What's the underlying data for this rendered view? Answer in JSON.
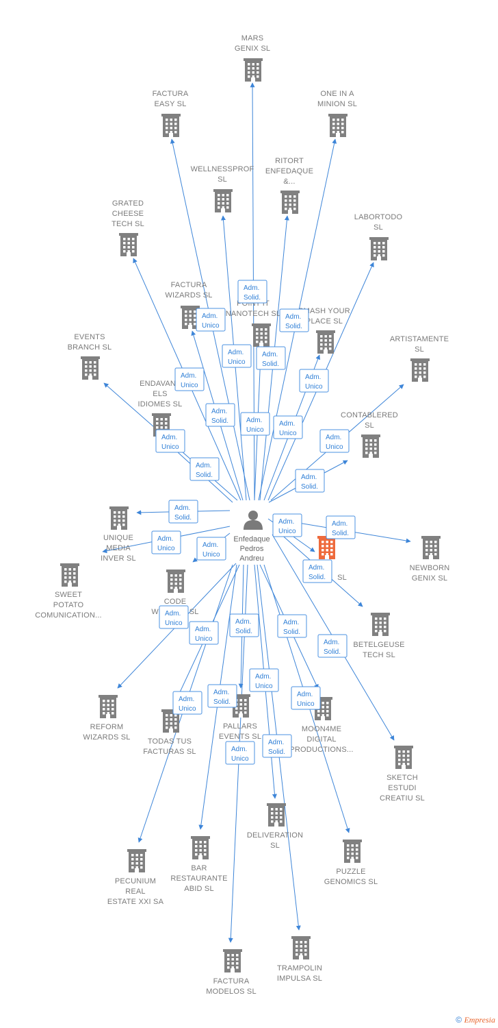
{
  "center": {
    "label_lines": [
      "Enfedaque",
      "Pedros",
      "Andreu"
    ]
  },
  "colors": {
    "edge": "#3d85d8",
    "node": "#808080",
    "highlight": "#ee6a3c",
    "label": "#7a7a7a"
  },
  "icons": {
    "company": "building-icon",
    "person": "person-icon"
  },
  "nodes": [
    {
      "id": "mars",
      "lines": [
        "MARS",
        "GENIX  SL"
      ]
    },
    {
      "id": "factura_easy",
      "lines": [
        "FACTURA",
        "EASY  SL"
      ]
    },
    {
      "id": "one_in_a_minion",
      "lines": [
        "ONE IN A",
        "MINION  SL"
      ]
    },
    {
      "id": "wellnessprof",
      "lines": [
        "WELLNESSPROF",
        "SL"
      ]
    },
    {
      "id": "ritort",
      "lines": [
        "RITORT",
        "ENFEDAQUE",
        "&..."
      ]
    },
    {
      "id": "grated",
      "lines": [
        "GRATED",
        "CHEESE",
        "TECH  SL"
      ]
    },
    {
      "id": "labortodo",
      "lines": [
        "LABORTODO",
        "SL"
      ]
    },
    {
      "id": "factura_wizards",
      "lines": [
        "FACTURA",
        "WIZARDS  SL"
      ]
    },
    {
      "id": "nanotech",
      "lines": [
        "POINT IT",
        "NANOTECH  SL"
      ]
    },
    {
      "id": "smash",
      "lines": [
        "SMASH YOUR",
        "PLACE  SL"
      ]
    },
    {
      "id": "events_branch",
      "lines": [
        "EVENTS",
        "BRANCH  SL"
      ]
    },
    {
      "id": "artistamente",
      "lines": [
        "ARTISTAMENTE",
        "SL"
      ]
    },
    {
      "id": "endavant",
      "lines": [
        "ENDAVANT",
        "ELS",
        "IDIOMES  SL"
      ]
    },
    {
      "id": "contablered",
      "lines": [
        "CONTABLERED",
        "SL"
      ]
    },
    {
      "id": "unique_media",
      "lines": [
        "UNIQUE",
        "MEDIA",
        "INVER  SL"
      ]
    },
    {
      "id": "sweet_potato",
      "lines": [
        "SWEET",
        "POTATO",
        "COMUNICATION..."
      ]
    },
    {
      "id": "code_wizards",
      "lines": [
        "CODE",
        "WIZARDS  SL"
      ]
    },
    {
      "id": "highlight",
      "lines": [
        "SL"
      ]
    },
    {
      "id": "newborn",
      "lines": [
        "NEWBORN",
        "GENIX  SL"
      ]
    },
    {
      "id": "betelgeuse",
      "lines": [
        "BETELGEUSE",
        "TECH  SL"
      ]
    },
    {
      "id": "reform",
      "lines": [
        "REFORM",
        "WIZARDS  SL"
      ]
    },
    {
      "id": "todas",
      "lines": [
        "TODAS TUS",
        "FACTURAS  SL"
      ]
    },
    {
      "id": "pallars",
      "lines": [
        "PALLARS",
        "EVENTS  SL"
      ]
    },
    {
      "id": "moon4me",
      "lines": [
        "MOON4ME",
        "DIGITAL",
        "PRODUCTIONS..."
      ]
    },
    {
      "id": "sketch",
      "lines": [
        "SKETCH",
        "ESTUDI",
        "CREATIU  SL"
      ]
    },
    {
      "id": "deliveration",
      "lines": [
        "DELIVERATION",
        "SL"
      ]
    },
    {
      "id": "pecunium",
      "lines": [
        "PECUNIUM",
        "REAL",
        "ESTATE XXI SA"
      ]
    },
    {
      "id": "bar",
      "lines": [
        "BAR",
        "RESTAURANTE",
        "ABID  SL"
      ]
    },
    {
      "id": "puzzle",
      "lines": [
        "PUZZLE",
        "GENOMICS  SL"
      ]
    },
    {
      "id": "factura_modelos",
      "lines": [
        "FACTURA",
        "MODELOS  SL"
      ]
    },
    {
      "id": "trampolin",
      "lines": [
        "TRAMPOLIN",
        "IMPULSA  SL"
      ]
    }
  ],
  "edge_labels": [
    [
      "Adm.",
      "Solid."
    ],
    [
      "Adm.",
      "Unico"
    ],
    [
      "Adm.",
      "Solid."
    ],
    [
      "Adm.",
      "Unico"
    ],
    [
      "Adm.",
      "Solid."
    ],
    [
      "Adm.",
      "Unico"
    ],
    [
      "Adm.",
      "Unico"
    ],
    [
      "Adm.",
      "Solid."
    ],
    [
      "Adm.",
      "Unico"
    ],
    [
      "Adm.",
      "Unico"
    ],
    [
      "Adm.",
      "Unico"
    ],
    [
      "Adm.",
      "Unico"
    ],
    [
      "Adm.",
      "Solid."
    ],
    [
      "Adm.",
      "Solid."
    ],
    [
      "Adm.",
      "Solid."
    ],
    [
      "Adm.",
      "Unico"
    ],
    [
      "Adm.",
      "Unico"
    ],
    [
      "Adm.",
      "Unico"
    ],
    [
      "Adm.",
      "Solid."
    ],
    [
      "Adm.",
      "Solid."
    ],
    [
      "Adm.",
      "Unico"
    ],
    [
      "Adm.",
      "Unico"
    ],
    [
      "Adm.",
      "Solid."
    ],
    [
      "Adm.",
      "Solid."
    ],
    [
      "Adm.",
      "Solid."
    ],
    [
      "Adm.",
      "Unico"
    ],
    [
      "Adm.",
      "Solid."
    ],
    [
      "Adm.",
      "Unico"
    ],
    [
      "Adm.",
      "Unico"
    ],
    [
      "Adm.",
      "Unico"
    ],
    [
      "Adm.",
      "Solid."
    ],
    [
      "Adm.",
      "Unico"
    ]
  ],
  "footer": {
    "copyright": "©",
    "brand": "Empresia"
  }
}
